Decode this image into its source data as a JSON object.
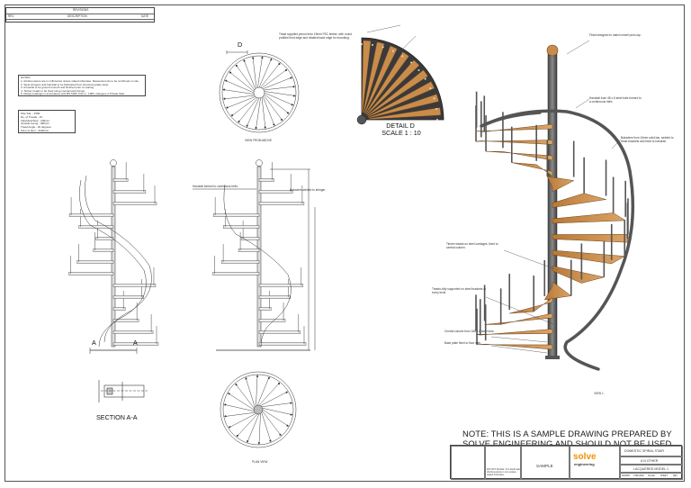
{
  "revision_table": {
    "title": "REVISIONS",
    "col_rev": "REV",
    "col_description": "DESCRIPTION",
    "col_date": "DATE"
  },
  "notes": {
    "heading": "NOTES",
    "lines": [
      "1.  All dimensions are in millimetres unless stated otherwise. Measurements to be confirmed on site.",
      "2.  Steel stringers and handrail to be fabricated from structural grade steel.",
      "3.  All welds to be ground smooth and finished prior to coating.",
      "4.  Timber treads to be fixed using countersunk fixings.",
      "5.  Design loadings in accordance with BS 5395, Part 2 - 1984, Category A Private Stair."
    ]
  },
  "spec": {
    "lines": [
      "Size Dia. - 1590",
      "No. of Treads - 15",
      "Individual Rise - 209mm",
      "Outside Going - 488mm",
      "Tread Angle - 30 degrees",
      "Floor to floor - 3340mm"
    ]
  },
  "labels": {
    "detail_ref": "D",
    "detail_title": "DETAIL D",
    "detail_scale": "SCALE 1 : 10",
    "section_mark_left": "A",
    "section_mark_right": "A",
    "section_title": "SECTION A-A",
    "plan_view_top": "VIEW FROM ABOVE",
    "plan_view_bottom": "PLAN VIEW",
    "iso_view": "VIEW 1",
    "detail_callout": "Tread supplied precut from 19mm FSC timber, with round profiled front edge and rebated back edge for mounting.",
    "elev_callout_a": "Handrail formed to continuous helix.",
    "elev_callout_b": "Balusters welded to stringer.",
    "iso_callout_1": "Finial designed to match newel post cap.",
    "iso_callout_2": "Handrail from 48 x 6 steel tube formed to a continuous helix.",
    "iso_callout_3": "Balusters from 16mm solid bar, welded to tread brackets and fixed to handrail.",
    "iso_callout_4": "Timber treads on steel carriages, fixed to central column.",
    "iso_callout_5": "Central column from 168 x 8 steel tube.",
    "iso_callout_6": "Base plate fixed to floor slab.",
    "iso_callout_7": "Treads fully supported on steel brackets at every level."
  },
  "sample_notice": "NOTE: THIS IS A SAMPLE DRAWING PREPARED BY SOLVE ENGINEERING AND SHOULD NOT BE USED FOR MANUFACTURING PURPOSES.",
  "title_block": {
    "status": "SAMPLE",
    "company_word": "solve",
    "company_sub": "engineering",
    "project": "DOMESTIC SPIRAL STAIR",
    "client": "A N OTHER",
    "model": "LACQUERED MODEL 1",
    "disclaimer": "DO NOT SCALE. If in doubt ask. All dimensions in mm unless stated otherwise.",
    "drawn_label": "DRAWN",
    "checked_label": "CHECKED",
    "scale_label": "SCALE",
    "sheet_label": "SHEET",
    "rev_label": "REV"
  },
  "colors": {
    "steel": "#6e6e6e",
    "timber": "#c98c4a",
    "timber_dark": "#8a5a2b",
    "line": "#333333",
    "brand_orange": "#f39200"
  }
}
